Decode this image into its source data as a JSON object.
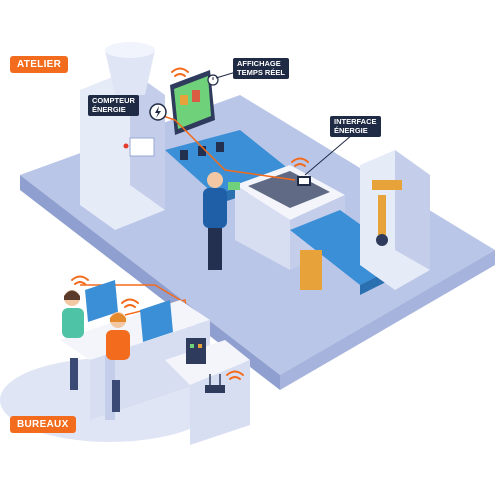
{
  "labels": {
    "atelier": "ATELIER",
    "bureaux": "BUREAUX",
    "compteur": "COMPTEUR\nÉNERGIE",
    "affichage": "AFFICHAGE\nTEMPS RÉEL",
    "interface": "INTERFACE\nÉNERGIE"
  },
  "colors": {
    "accent": "#f36b1c",
    "platform": "#b9c6e8",
    "platform_side": "#8f9fcf",
    "machine": "#e6ebf8",
    "machine_shade": "#c4cdea",
    "conveyor": "#3b8fd6",
    "label_dark": "#1f2a44"
  },
  "icons": [
    "wifi-icon",
    "lightning-icon",
    "clock-icon",
    "monitor-icon",
    "router-icon"
  ]
}
